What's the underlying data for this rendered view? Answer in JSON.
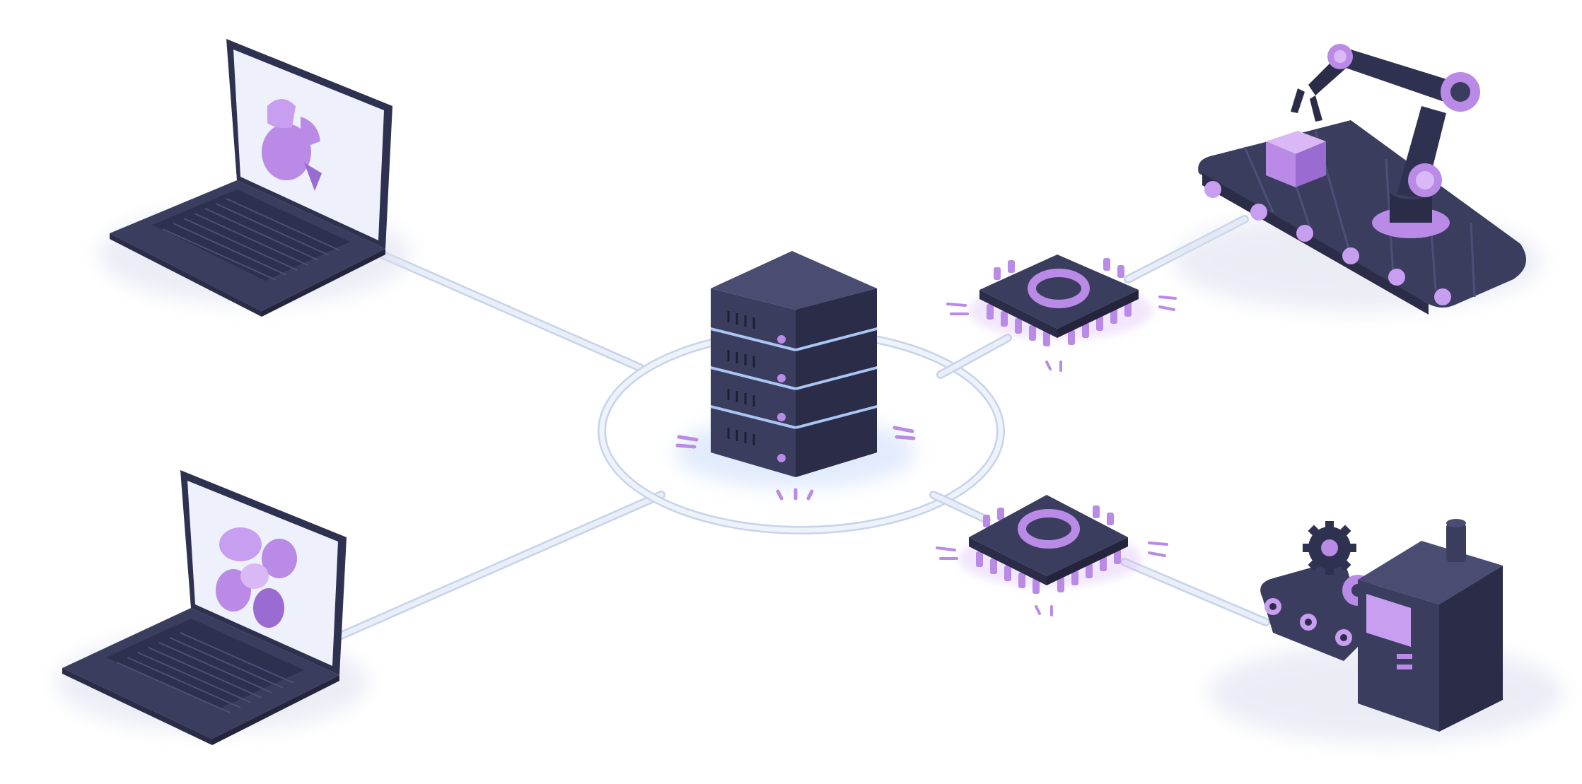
{
  "diagram": {
    "description_free": true,
    "nodes": [
      {
        "id": "laptop-top",
        "kind": "laptop",
        "screen_glyph": "pie-chart-icon"
      },
      {
        "id": "laptop-bottom",
        "kind": "laptop",
        "screen_glyph": "flower-icon"
      },
      {
        "id": "server",
        "kind": "server-rack"
      },
      {
        "id": "chip-top",
        "kind": "microchip"
      },
      {
        "id": "chip-bottom",
        "kind": "microchip"
      },
      {
        "id": "robot-conveyor",
        "kind": "robotic-arm-conveyor"
      },
      {
        "id": "factory-machine",
        "kind": "industrial-machine"
      }
    ],
    "edges": [
      {
        "from": "laptop-top",
        "to": "server"
      },
      {
        "from": "laptop-bottom",
        "to": "server"
      },
      {
        "from": "server",
        "to": "chip-top"
      },
      {
        "from": "server",
        "to": "chip-bottom"
      },
      {
        "from": "chip-top",
        "to": "robot-conveyor"
      },
      {
        "from": "chip-bottom",
        "to": "factory-machine"
      }
    ]
  },
  "colors": {
    "background": "#ffffff",
    "device_dark": "#3b3d5e",
    "device_darker": "#2b2c47",
    "device_side": "#4a4c72",
    "accent_purple": "#b98ae6",
    "accent_purple_light": "#d9b8f5",
    "accent_purple_dark": "#9a6bd1",
    "screen": "#eef0fb",
    "cable": "#dfe7f5",
    "cable_edge": "#c7d3ea",
    "glow": "#a9c6f5"
  }
}
